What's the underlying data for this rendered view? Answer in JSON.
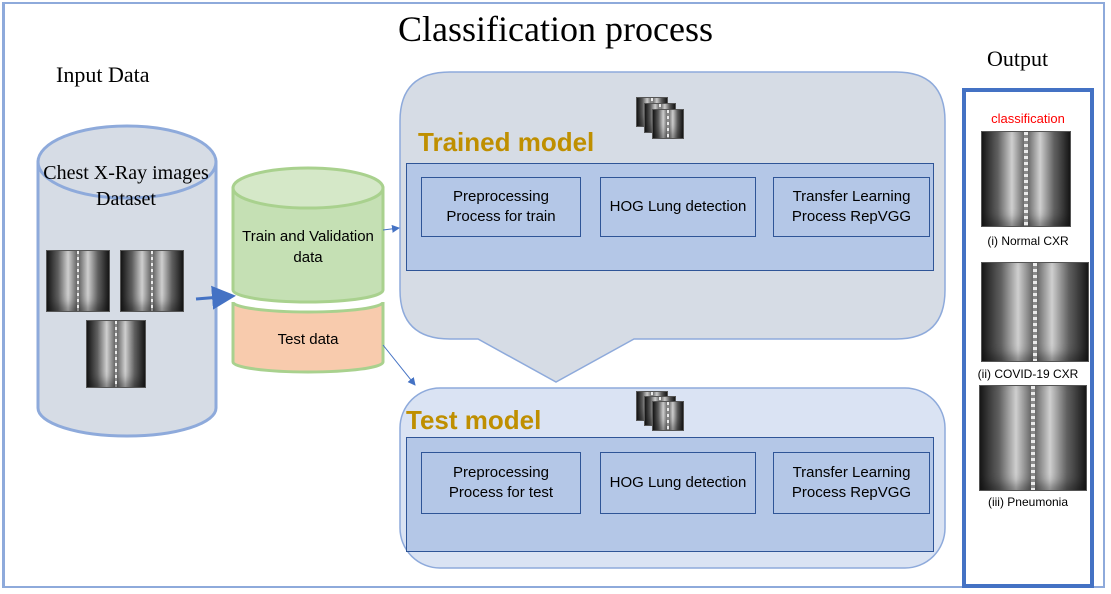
{
  "title": "Classification process",
  "input": {
    "heading": "Input Data",
    "dataset_label": "Chest X-Ray images Dataset"
  },
  "data_split": {
    "train_label": "Train and Validation data",
    "test_label": "Test data"
  },
  "trained_model": {
    "title": "Trained model",
    "steps": [
      "Preprocessing Process for train",
      "HOG Lung detection",
      "Transfer Learning Process RepVGG"
    ]
  },
  "test_model": {
    "title": "Test model",
    "steps": [
      "Preprocessing Process for test",
      "HOG Lung detection",
      "Transfer Learning Process RepVGG"
    ]
  },
  "output": {
    "heading": "Output",
    "classification_label": "classification",
    "classes": [
      "(i) Normal CXR",
      "(ii) COVID-19 CXR",
      "(iii) Pneumonia"
    ]
  },
  "colors": {
    "frame": "#8eaadb",
    "cylinder_fill": "#d6dce5",
    "cylinder_stroke": "#8eaadb",
    "train_fill": "#c5e0b4",
    "train_stroke": "#a9d18e",
    "test_fill": "#f8cbad",
    "model_fill": "#d6dce5",
    "test_model_fill": "#dae3f3",
    "step_fill": "#b4c7e7",
    "section_title": "#bf8f00",
    "arrow": "#4472c4",
    "classification_text": "#ff0000"
  },
  "icons": [
    "xray-image-icon",
    "xray-stack-icon",
    "arrow-icon"
  ]
}
